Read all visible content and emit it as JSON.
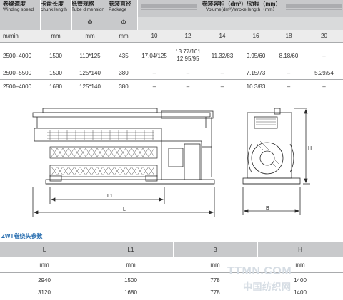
{
  "table1": {
    "headers": [
      {
        "cn": "卷绕速度",
        "en": "Winding speed"
      },
      {
        "cn": "卡盘长度",
        "en": "chunk length"
      },
      {
        "cn": "纸管规格",
        "en": "Tube dimension"
      },
      {
        "cn": "卷装直径",
        "en": "Package"
      }
    ],
    "volume_header_cn": "卷装容积（dm³）/动程（mm）",
    "volume_header_en": "Volume(dm³)/stroke length（mm）",
    "phi": "Φ",
    "units": [
      "m/min",
      "mm",
      "mm",
      "mm"
    ],
    "strokes": [
      "10",
      "12",
      "14",
      "16",
      "18",
      "20"
    ],
    "rows": [
      {
        "speed": "2500–4000",
        "chunk": "1500",
        "tube": "110*125",
        "pkg": "435",
        "vals": [
          "17.04/125",
          "13.77/101|12.95/95",
          "11.32/83",
          "9.95/60",
          "8.18/60",
          "–"
        ]
      },
      {
        "speed": "2500–5500",
        "chunk": "1500",
        "tube": "125*140",
        "pkg": "380",
        "vals": [
          "–",
          "–",
          "–",
          "7.15/73",
          "–",
          "5.29/54"
        ]
      },
      {
        "speed": "2500–4000",
        "chunk": "1680",
        "tube": "125*140",
        "pkg": "380",
        "vals": [
          "–",
          "–",
          "–",
          "10.3/83",
          "–",
          "–"
        ]
      }
    ]
  },
  "drawing": {
    "dim_l1": "L1",
    "dim_l": "L",
    "dim_b": "B",
    "dim_h": "H"
  },
  "section_title": "ZWT卷绕头参数",
  "table2": {
    "headers": [
      "L",
      "L1",
      "B",
      "H"
    ],
    "units": [
      "mm",
      "mm",
      "mm",
      "mm"
    ],
    "rows": [
      [
        "2940",
        "1500",
        "778",
        "1400"
      ],
      [
        "3120",
        "1680",
        "778",
        "1400"
      ]
    ]
  },
  "watermark": {
    "line1": "TTMN.COM",
    "line2": "中国纺织网"
  }
}
